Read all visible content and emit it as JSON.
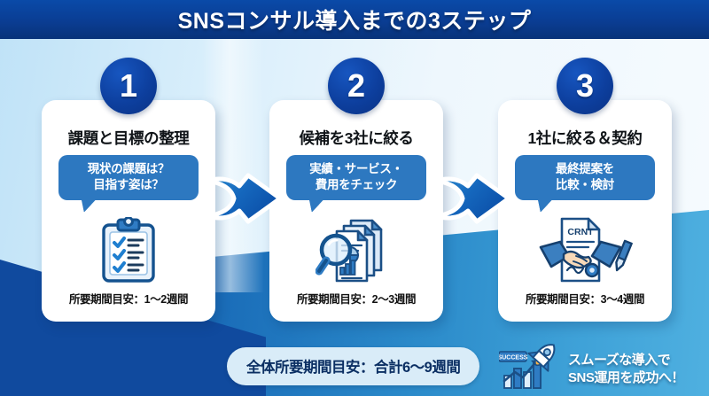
{
  "header": {
    "title": "SNSコンサル導入までの3ステップ"
  },
  "steps": [
    {
      "number": "1",
      "title": "課題と目標の整理",
      "bubble_line1": "現状の課題は？",
      "bubble_line2": "目指す姿は？",
      "icon": "clipboard-checklist-icon",
      "duration": "所要期間目安：1〜2週間"
    },
    {
      "number": "2",
      "title": "候補を3社に絞る",
      "bubble_line1": "実績・サービス・",
      "bubble_line2": "費用をチェック",
      "icon": "documents-magnifier-icon",
      "duration": "所要期間目安：2〜3週間"
    },
    {
      "number": "3",
      "title": "1社に絞る＆契約",
      "bubble_line1": "最終提案を",
      "bubble_line2": "比較・検討",
      "icon": "contract-handshake-icon",
      "document_label": "CRNT",
      "duration": "所要期間目安：3〜4週間"
    }
  ],
  "arrows": [
    {
      "name": "arrow-step1-to-step2"
    },
    {
      "name": "arrow-step2-to-step3"
    }
  ],
  "footer": {
    "total_duration": "全体所要期間目安：合計6〜9週間",
    "badge_label": "SUCCESS",
    "tagline_line1": "スムーズな導入で",
    "tagline_line2": "SNS運用を成功へ！"
  },
  "colors": {
    "header_navy": "#0a3d93",
    "badge_navy": "#0d3f9e",
    "bubble_blue": "#2d78c0",
    "accent_cyan": "#3fa2d8",
    "pill_bg": "#d9ecf8",
    "pill_text": "#0b2f63"
  }
}
